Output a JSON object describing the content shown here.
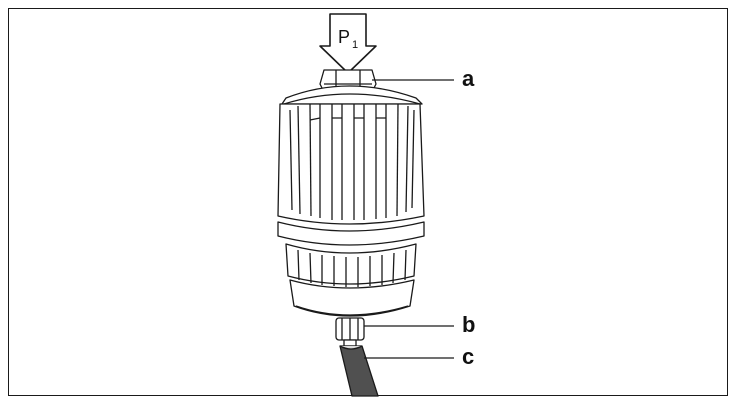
{
  "figure": {
    "arrow_label": {
      "letter": "P",
      "subscript": "1"
    },
    "callouts": {
      "a": "a",
      "b": "b",
      "c": "c"
    },
    "colors": {
      "stroke": "#1a1a1a",
      "fill": "#ffffff",
      "hose": "#505050",
      "shade": "#d9d9d9"
    }
  }
}
